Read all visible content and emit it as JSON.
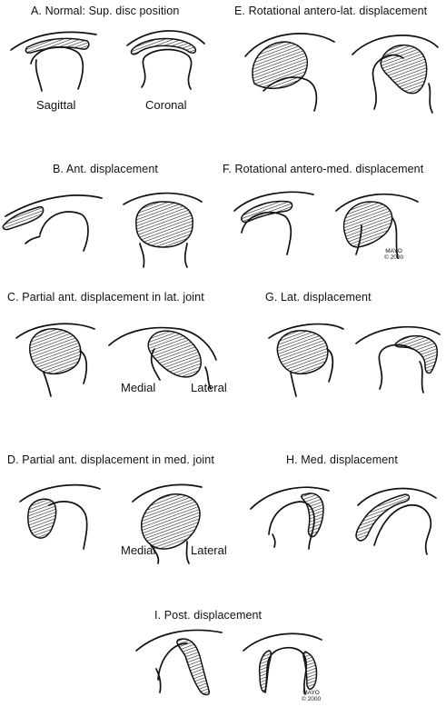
{
  "panels": {
    "A": {
      "title": "A. Normal: Sup. disc position",
      "left_label": "Sagittal",
      "right_label": "Coronal"
    },
    "B": {
      "title": "B. Ant. displacement"
    },
    "C": {
      "title": "C. Partial ant. displacement in lat. joint",
      "medial_label": "Medial",
      "lateral_label": "Lateral"
    },
    "D": {
      "title": "D. Partial ant. displacement in med. joint",
      "medial_label": "Medial",
      "lateral_label": "Lateral"
    },
    "E": {
      "title": "E. Rotational antero-lat. displacement"
    },
    "F": {
      "title": "F. Rotational antero-med. displacement"
    },
    "G": {
      "title": "G. Lat. displacement"
    },
    "H": {
      "title": "H. Med. displacement"
    },
    "I": {
      "title": "I. Post. displacement"
    }
  },
  "copyright_marks": [
    {
      "line1": "MAYO",
      "line2": "© 2000"
    },
    {
      "line1": "MAYO",
      "line2": "© 2000"
    }
  ]
}
